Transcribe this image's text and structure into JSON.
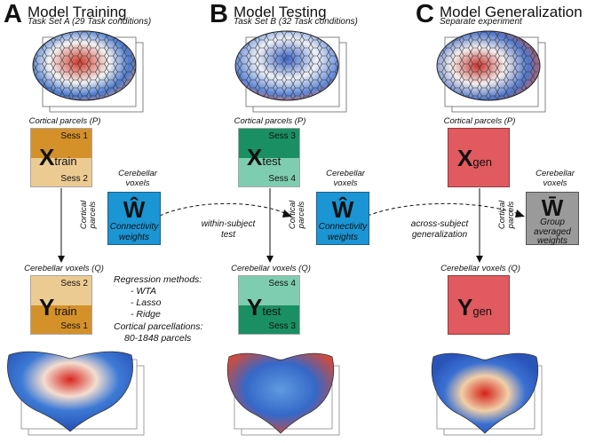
{
  "panels": [
    {
      "letter": "A",
      "title": "Model Training",
      "subtitle": "Task Set A (29 Task conditions)"
    },
    {
      "letter": "B",
      "title": "Model Testing",
      "subtitle": "Task Set B (32 Task conditions)"
    },
    {
      "letter": "C",
      "title": "Model Generalization",
      "subtitle": "Separate experiment"
    }
  ],
  "labels": {
    "cortical_parcels": "Cortical parcels (P)",
    "cerebellar_voxels_q": "Cerebellar voxels (Q)",
    "cerebellar_voxels": "Cerebellar\nvoxels",
    "cortical_parcels_rot": "Cortical\nparcels"
  },
  "training": {
    "x_main": "X",
    "x_sub": "train",
    "x_sess_top": "Sess 1",
    "x_sess_bottom": "Sess 2",
    "y_main": "Y",
    "y_sub": "train",
    "y_sess_top": "Sess 2",
    "y_sess_bottom": "Sess 1"
  },
  "testing": {
    "x_main": "X",
    "x_sub": "test",
    "x_sess_top": "Sess 3",
    "x_sess_bottom": "Sess 4",
    "y_main": "Y",
    "y_sub": "test",
    "y_sess_top": "Sess 4",
    "y_sess_bottom": "Sess 3"
  },
  "generalization": {
    "x_main": "X",
    "x_sub": "gen",
    "y_main": "Y",
    "y_sub": "gen"
  },
  "weights": {
    "connectivity_symbol": "Ŵ",
    "connectivity_text": "Connectivity\nweights",
    "group_symbol": "W̄",
    "group_text": "Group\naveraged\nweights"
  },
  "arrows": {
    "within": "within-subject\ntest",
    "across": "across-subject\ngeneralization"
  },
  "methods": {
    "heading": "Regression methods:",
    "items": [
      "- WTA",
      "- Lasso",
      "- Ridge"
    ],
    "parcellation_heading": "Cortical parcellations:",
    "parcellation_value": "80-1848 parcels"
  },
  "colors": {
    "train_dark": "#d4912a",
    "train_light": "#eccb92",
    "test_dark": "#1a8f64",
    "test_light": "#7fcdb0",
    "gen": "#e05a5f",
    "weights": "#1b95d4",
    "group": "#9a9a9a"
  }
}
